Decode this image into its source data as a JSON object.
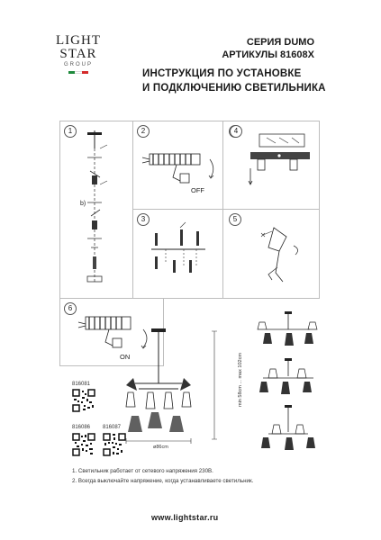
{
  "brand": {
    "line1": "LIGHT",
    "line2": "STAR",
    "line3": "GROUP",
    "flag_colors": [
      "#1f8a3c",
      "#ffffff",
      "#d42a2a"
    ]
  },
  "header": {
    "series": "СЕРИЯ DUMO",
    "articles": "АРТИКУЛЫ 81608X",
    "title_line1": "ИНСТРУКЦИЯ ПО УСТАНОВКЕ",
    "title_line2": "И ПОДКЛЮЧЕНИЮ СВЕТИЛЬНИКА"
  },
  "steps": [
    "1",
    "2",
    "3",
    "4",
    "5",
    "6"
  ],
  "labels": {
    "off": "OFF",
    "on": "ON",
    "step1_b": "b)"
  },
  "models": {
    "m1": "816081",
    "m2": "816086",
    "m3": "816087"
  },
  "dimensions": {
    "width": "ø86cm",
    "height": "min 58cm ... max 102cm"
  },
  "notes": {
    "n1": "1. Светильник работает от сетевого напряжения 230В.",
    "n2": "2. Всегда выключайте напряжение, когда устанавливаете светильник."
  },
  "footer": {
    "url": "www.lightstar.ru"
  }
}
